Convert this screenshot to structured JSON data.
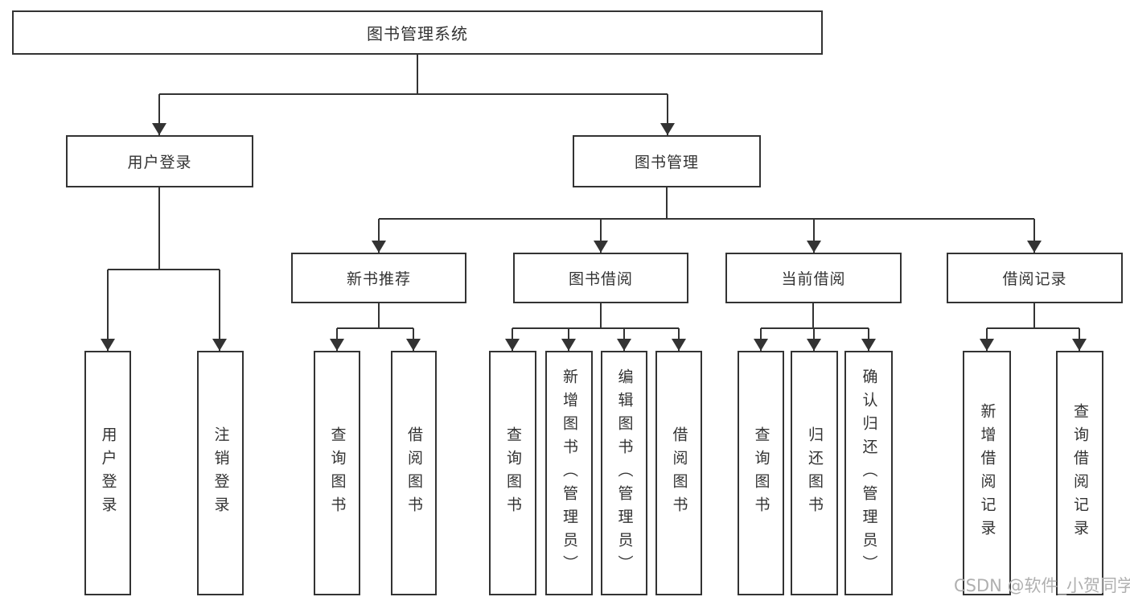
{
  "diagram": {
    "root": {
      "label": "图书管理系统",
      "children": [
        {
          "label": "用户登录",
          "children": [
            {
              "label": "用户登录"
            },
            {
              "label": "注销登录"
            }
          ]
        },
        {
          "label": "图书管理",
          "children": [
            {
              "label": "新书推荐",
              "children": [
                {
                  "label": "查询图书"
                },
                {
                  "label": "借阅图书"
                }
              ]
            },
            {
              "label": "图书借阅",
              "children": [
                {
                  "label": "查询图书"
                },
                {
                  "label": "新增图书（管理员）"
                },
                {
                  "label": "编辑图书（管理员）"
                },
                {
                  "label": "借阅图书"
                }
              ]
            },
            {
              "label": "当前借阅",
              "children": [
                {
                  "label": "查询图书"
                },
                {
                  "label": "归还图书"
                },
                {
                  "label": "确认归还（管理员）"
                }
              ]
            },
            {
              "label": "借阅记录",
              "children": [
                {
                  "label": "新增借阅记录"
                },
                {
                  "label": "查询借阅记录"
                }
              ]
            }
          ]
        }
      ]
    },
    "watermark": "CSDN @软件_小贺同学",
    "colors": {
      "line": "#333333",
      "text": "#333333",
      "watermark": "#b0b0b0",
      "background": "#ffffff"
    }
  }
}
